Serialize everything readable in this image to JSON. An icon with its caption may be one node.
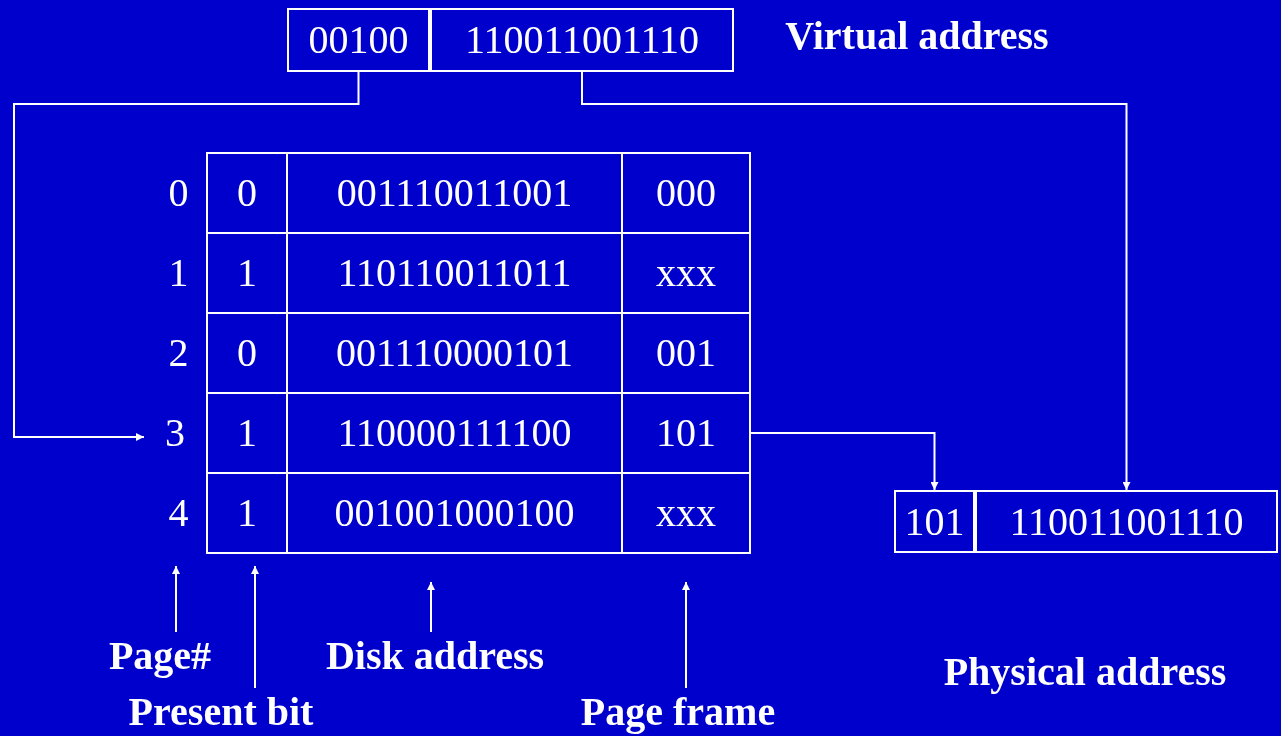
{
  "diagram": {
    "nodes": [
      {
        "text": [
          "00100"
        ]
      },
      {
        "text": [
          "110011001110"
        ]
      },
      {
        "text": [
          "3"
        ]
      },
      {
        "text": [
          "101"
        ]
      },
      {
        "text": [
          "101"
        ]
      },
      {
        "text": [
          "110011001110"
        ]
      },
      {
        "text": [
          "Page#"
        ]
      },
      {
        "text": [
          "Disk address"
        ]
      },
      {
        "text": [
          "Present bit"
        ]
      },
      {
        "text": [
          "Page frame"
        ]
      }
    ],
    "edges": [
      {
        "from": 0,
        "to": 2,
        "arrow": "to"
      },
      {
        "from": 1,
        "to": 5,
        "arrow": "to"
      },
      {
        "from": 3,
        "to": 4,
        "arrow": "to"
      },
      {
        "from": 6,
        "to": null,
        "arrow": "to"
      },
      {
        "from": 7,
        "to": null,
        "arrow": "to"
      },
      {
        "from": 8,
        "to": null,
        "arrow": "to"
      },
      {
        "from": 9,
        "to": null,
        "arrow": "to"
      }
    ],
    "labels": [
      "Virtual address",
      "0",
      "0",
      "001110011001",
      "000",
      "1",
      "1",
      "110110011011",
      "xxx",
      "2",
      "0",
      "001110000101",
      "001",
      "1",
      "110000111100",
      "4",
      "1",
      "001001000100",
      "xxx",
      "Physical address"
    ]
  }
}
